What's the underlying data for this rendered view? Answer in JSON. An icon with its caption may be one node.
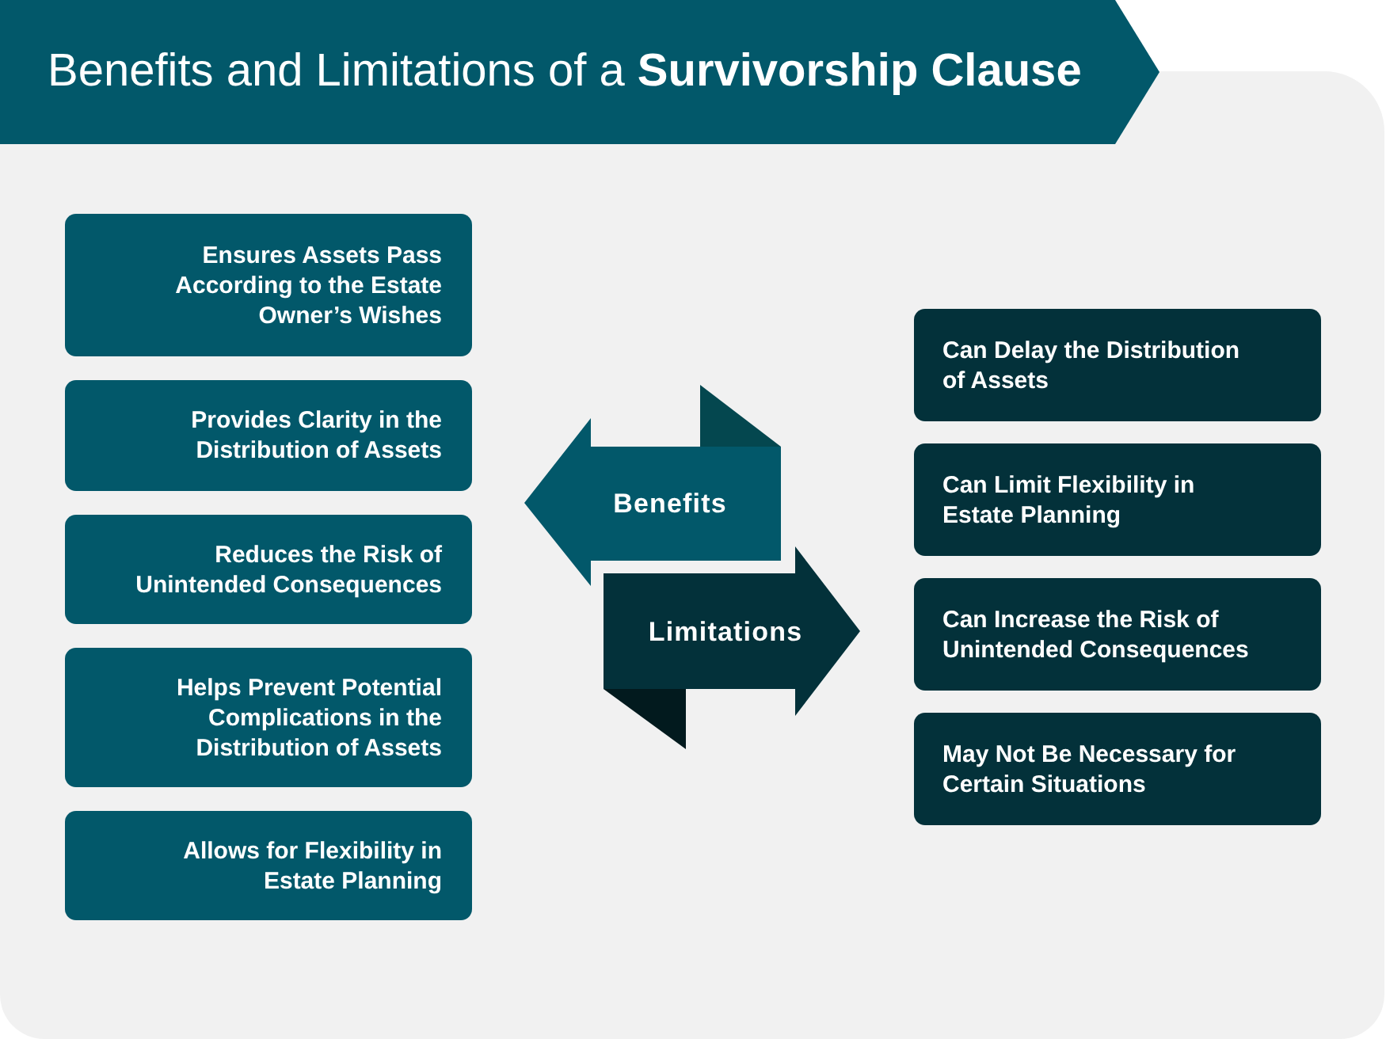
{
  "diagram": {
    "title": "Benefits and Limitations of a **Survivorship Clause**",
    "nodes": [
      {
        "text": [
          "Ensures Assets Pass According to the Estate Owner’s Wishes"
        ]
      },
      {
        "text": [
          "Provides Clarity in the Distribution of Assets"
        ]
      },
      {
        "text": [
          "Reduces the Risk of Unintended Consequences"
        ]
      },
      {
        "text": [
          "Helps Prevent Potential Complications in the Distribution of Assets"
        ]
      },
      {
        "text": [
          "Allows for Flexibility in Estate Planning"
        ]
      },
      {
        "text": [
          "Benefits"
        ]
      },
      {
        "text": [
          "Limitations"
        ]
      },
      {
        "text": [
          "Can Delay the Distribution of Assets"
        ]
      },
      {
        "text": [
          "Can Limit Flexibility in Estate Planning"
        ]
      },
      {
        "text": [
          "Can Increase the Risk of Unintended Consequences"
        ]
      },
      {
        "text": [
          "May Not Be Necessary for Certain Situations"
        ]
      }
    ]
  }
}
